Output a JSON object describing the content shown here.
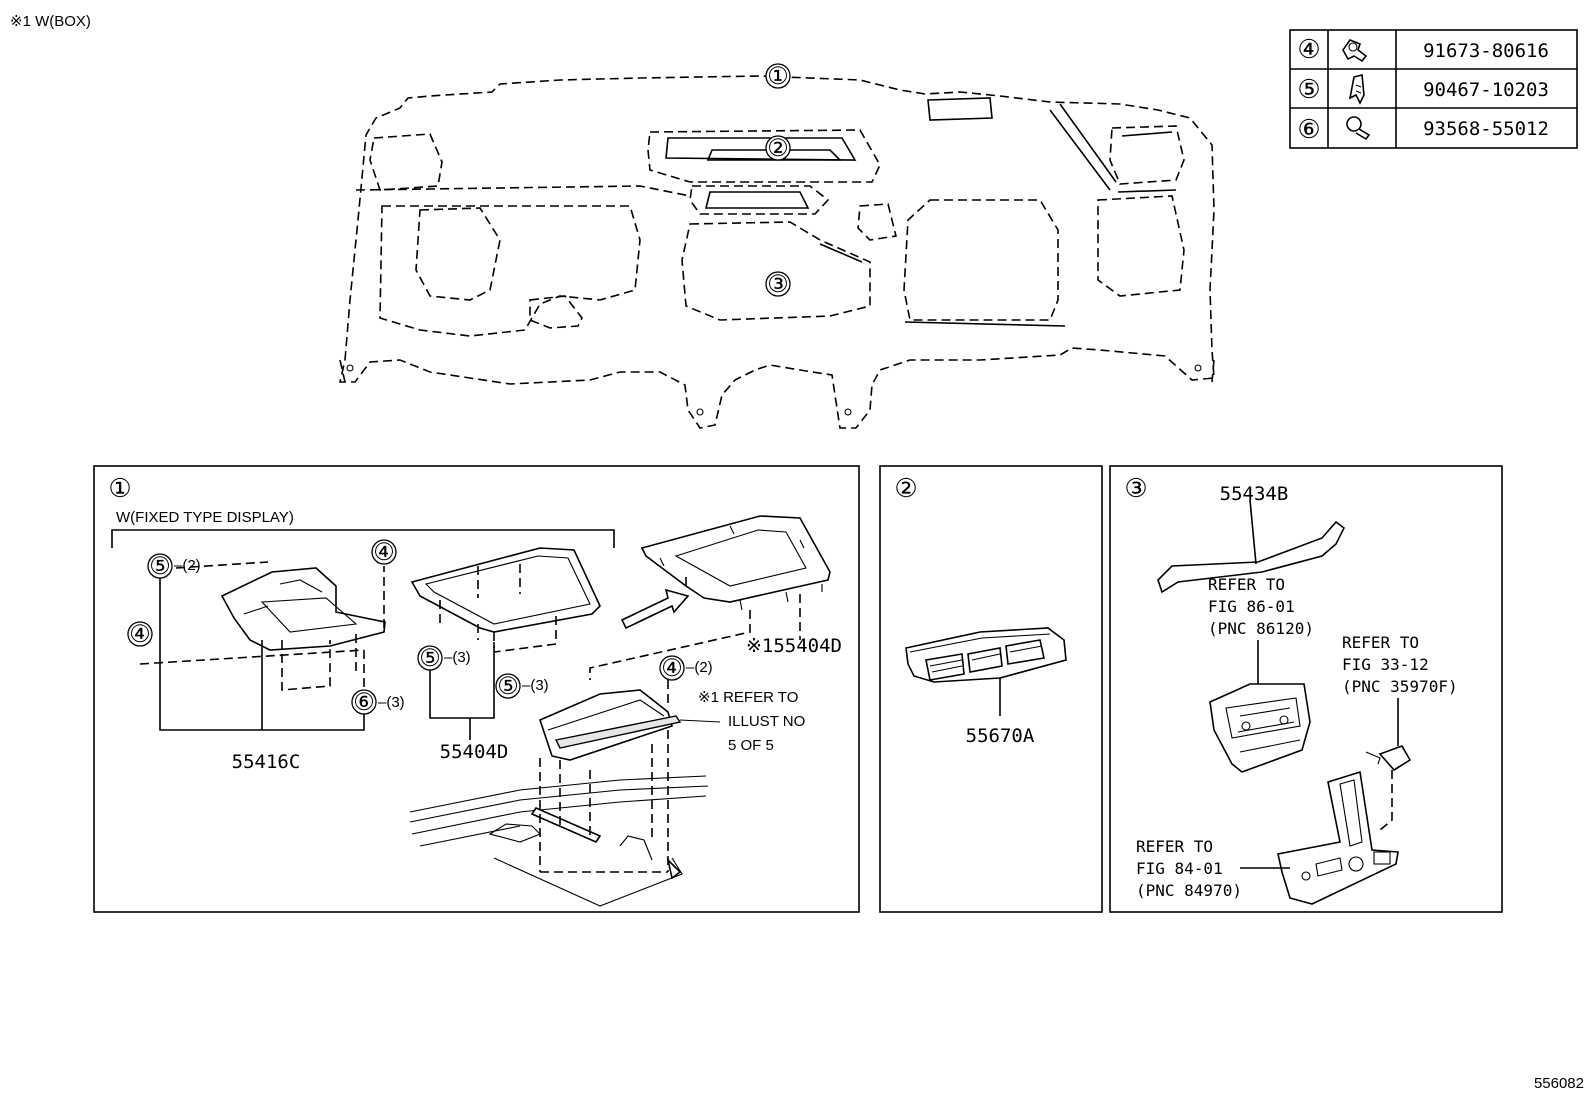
{
  "header_note": "※1 W(BOX)",
  "figure_number": "556082",
  "callouts": {
    "c1": "①",
    "c2": "②",
    "c3": "③",
    "c4": "④",
    "c5": "⑤",
    "c6": "⑥"
  },
  "fastener_table": [
    {
      "ref": "④",
      "icon": "bolt-icon",
      "part_no": "91673-80616"
    },
    {
      "ref": "⑤",
      "icon": "clip-icon",
      "part_no": "90467-10203"
    },
    {
      "ref": "⑥",
      "icon": "screw-icon",
      "part_no": "93568-55012"
    }
  ],
  "panel1": {
    "number": "①",
    "variant_label": "W(FIXED TYPE DISPLAY)",
    "qty_5_2": "–(2)",
    "qty_5_3a": "–(3)",
    "qty_5_3b": "–(3)",
    "qty_4_2": "–(2)",
    "qty_6_3": "–(3)",
    "part_55416C": "55416C",
    "part_55404D": "55404D",
    "part_55404D_box": "※155404D",
    "refer_illust": [
      "※1 REFER TO",
      "ILLUST NO",
      "5 OF 5"
    ]
  },
  "panel2": {
    "number": "②",
    "part_55670A": "55670A"
  },
  "panel3": {
    "number": "③",
    "part_55434B": "55434B",
    "refer_86": [
      "REFER TO",
      "FIG 86-01",
      "(PNC 86120)"
    ],
    "refer_33": [
      "REFER TO",
      "FIG 33-12",
      "(PNC 35970F)"
    ],
    "refer_84": [
      "REFER TO",
      "FIG 84-01",
      "(PNC 84970)"
    ]
  }
}
